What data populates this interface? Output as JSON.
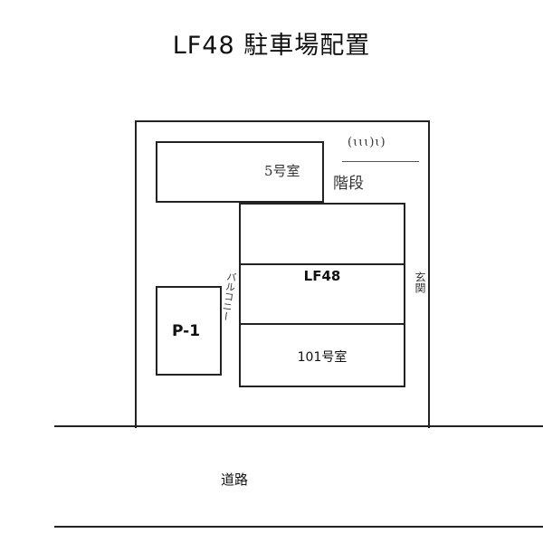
{
  "title": "LF48 駐車場配置",
  "plan": {
    "building_label": "LF48",
    "room_101": "101号室",
    "parking": "P-1",
    "road": "道路",
    "handwritten": {
      "room_5": "5号室",
      "stairs": "階段",
      "balcony": "バルコニー",
      "entrance": "玄関"
    }
  }
}
